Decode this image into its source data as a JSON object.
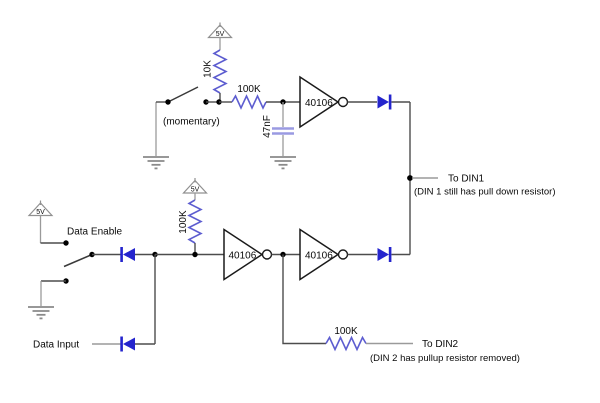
{
  "schematic": {
    "type": "circuit-diagram",
    "style": "fritzing-schematic",
    "colors": {
      "background": "#ffffff",
      "wire": "#4d4d4d",
      "label_stub": "#9a9a9a",
      "resistor": "#5d5dd0",
      "capacitor": "#9a9ae2",
      "diode": "#2424cd",
      "symbol_gray": "#8a8a8a",
      "text": "#0a0a0a"
    },
    "power_flags": {
      "top": "5V",
      "mid": "5V",
      "left": "5V"
    },
    "components": {
      "r_10k_pullup": {
        "type": "resistor",
        "value": "10K"
      },
      "r_100k_rc": {
        "type": "resistor",
        "value": "100K"
      },
      "r_100k_pullup": {
        "type": "resistor",
        "value": "100K"
      },
      "r_100k_din2": {
        "type": "resistor",
        "value": "100K"
      },
      "c_47nf": {
        "type": "capacitor",
        "value": "47nF"
      },
      "inverter_1": {
        "type": "inverter",
        "label": "40106"
      },
      "inverter_2": {
        "type": "inverter",
        "label": "40106"
      },
      "inverter_3": {
        "type": "inverter",
        "label": "40106"
      }
    },
    "annotations": {
      "momentary": "(momentary)",
      "data_enable": "Data Enable",
      "data_input": "Data Input",
      "to_din1": "To DIN1",
      "din1_note": "(DIN 1 still has pull down resistor)",
      "to_din2": "To DIN2",
      "din2_note": "(DIN 2 has pullup resistor removed)"
    }
  }
}
